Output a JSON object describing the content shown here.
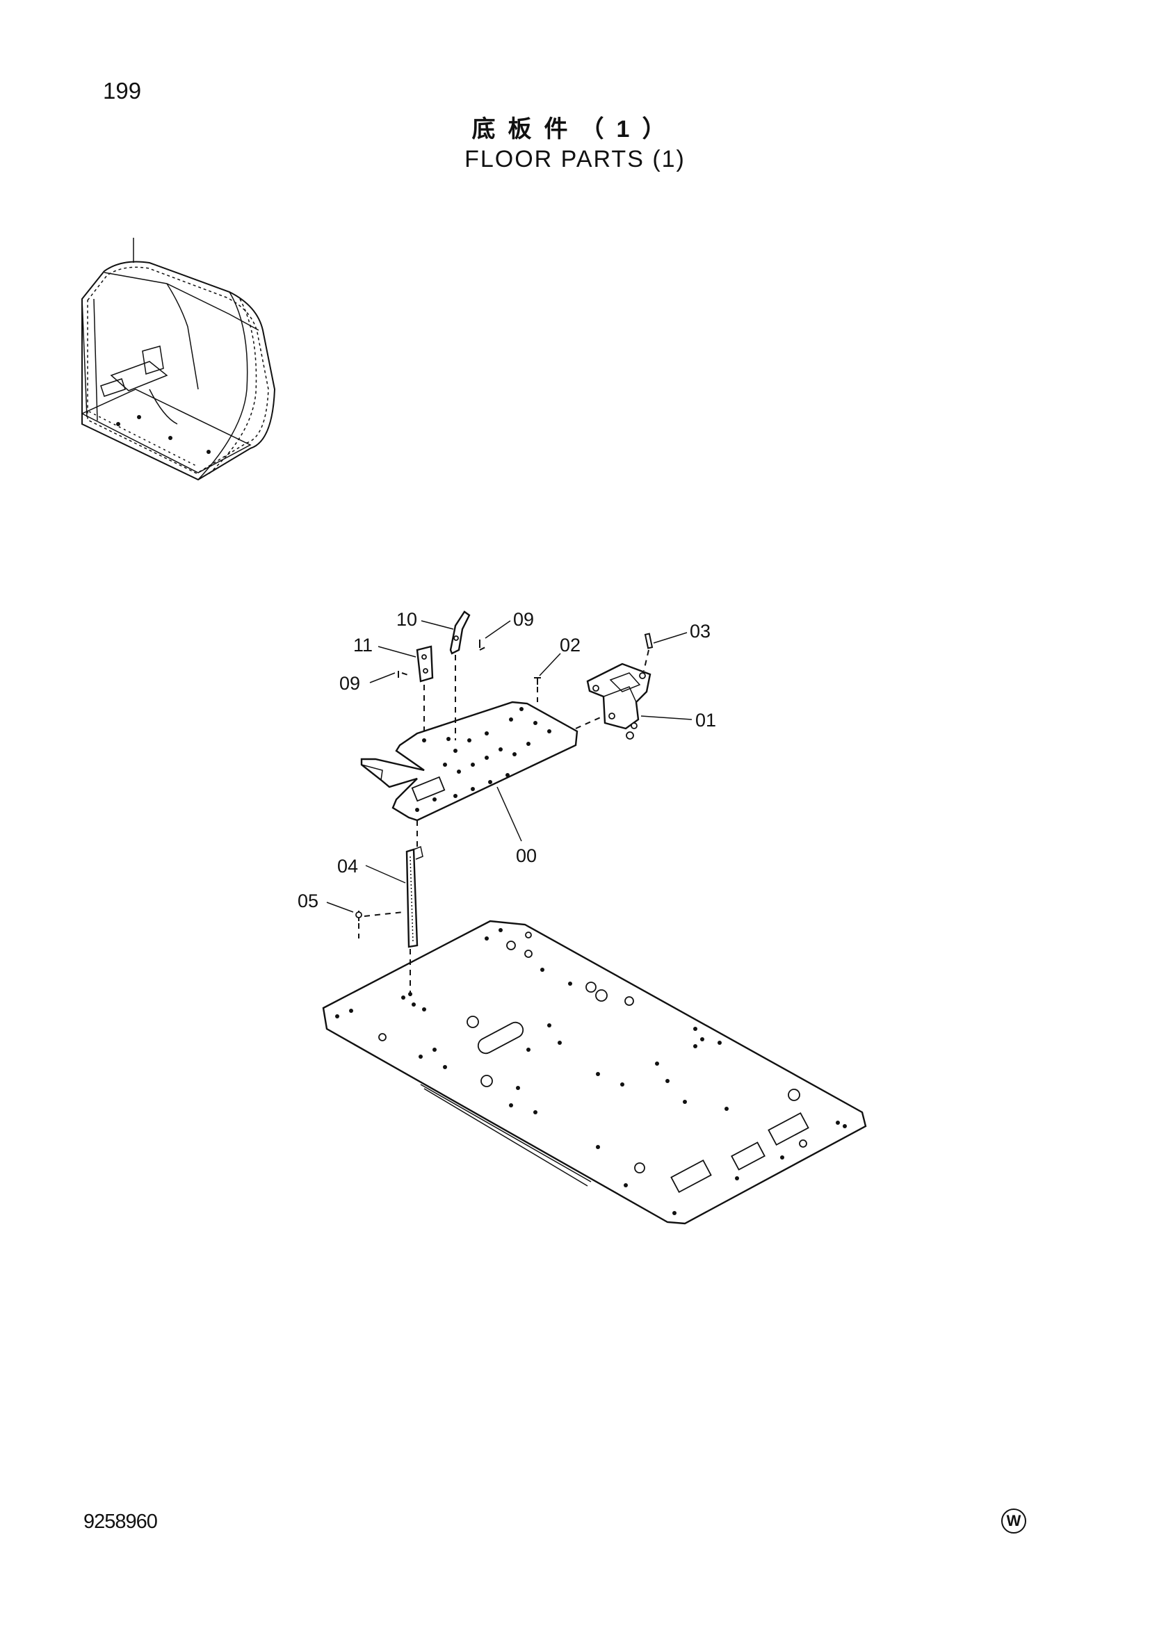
{
  "page": {
    "number": "199",
    "title_cn": "底板件（1）",
    "title_en": "FLOOR  PARTS (1)",
    "doc_number": "9258960",
    "maker_mark": "W"
  },
  "callouts": [
    "10",
    "09",
    "11",
    "02",
    "03",
    "09",
    "01",
    "00",
    "04",
    "05"
  ]
}
